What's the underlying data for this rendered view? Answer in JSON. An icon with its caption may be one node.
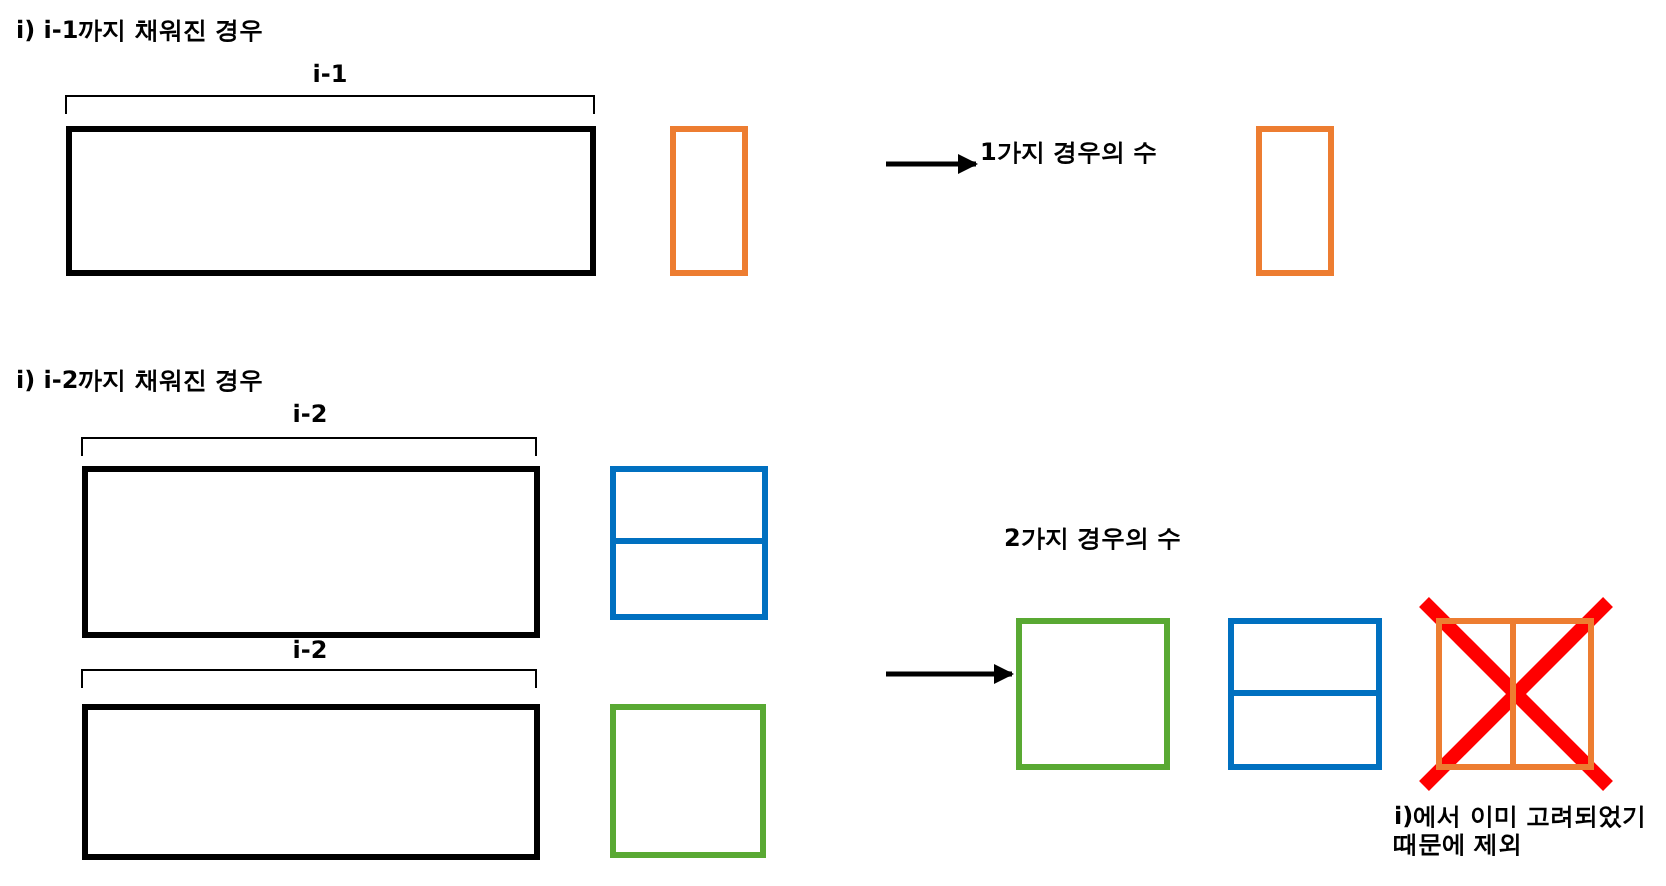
{
  "diagram": {
    "nodes": [
      {
        "text": [],
        "shape": "box"
      },
      {
        "text": [],
        "shape": "box"
      },
      {
        "text": [
          "1가지 경우의 수"
        ]
      },
      {
        "text": [],
        "shape": "box"
      },
      {
        "text": [],
        "shape": "box"
      },
      {
        "text": [],
        "shape": "box"
      },
      {
        "text": [],
        "shape": "box"
      },
      {
        "text": [],
        "shape": "box"
      },
      {
        "text": [
          "2가지 경우의 수"
        ]
      },
      {
        "text": [],
        "shape": "box"
      },
      {
        "text": [],
        "shape": "box"
      },
      {
        "text": [],
        "shape": "box",
        "beside": [
          "i)에서 이미 고려되었기 때문에 제외"
        ]
      }
    ],
    "edges": [
      {
        "from": null,
        "to": 2,
        "arrow": "to"
      },
      {
        "from": null,
        "to": 9,
        "arrow": "to"
      }
    ],
    "labels": [
      "i) i-1까지 채워진 경우",
      "i-1",
      "i) i-2까지 채워진 경우",
      "i-2",
      "i-2"
    ]
  }
}
